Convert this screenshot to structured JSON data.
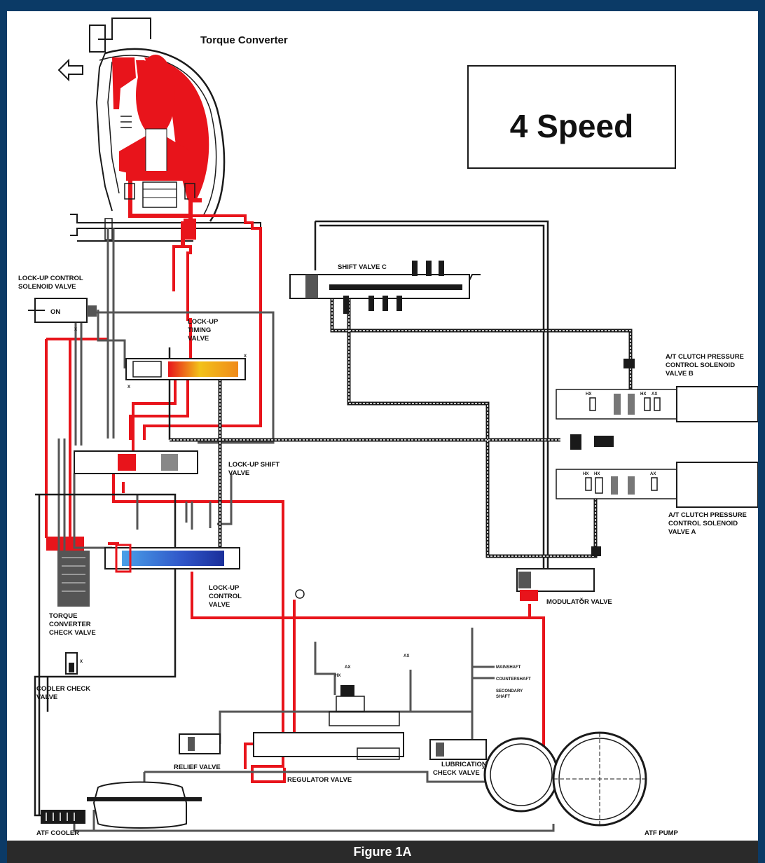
{
  "diagram": {
    "title": "Torque Converter",
    "speed_label": "4 Speed",
    "caption": "Figure 1A",
    "labels": {
      "lockup_control_solenoid": [
        "LOCK-UP CONTROL",
        "SOLENOID VALVE"
      ],
      "solenoid_state": "ON",
      "lockup_timing": [
        "LOCK-UP",
        "TIMING",
        "VALVE"
      ],
      "shift_valve_c": "SHIFT VALVE C",
      "atc_b": [
        "A/T CLUTCH PRESSURE",
        "CONTROL SOLENOID",
        "VALVE B"
      ],
      "atc_a": [
        "A/T CLUTCH PRESSURE",
        "CONTROL SOLENOID",
        "VALVE A"
      ],
      "lockup_shift": [
        "LOCK-UP SHIFT",
        "VALVE"
      ],
      "lockup_control": [
        "LOCK-UP",
        "CONTROL",
        "VALVE"
      ],
      "modulator": "MODULATOR VALVE",
      "tc_check": [
        "TORQUE",
        "CONVERTER",
        "CHECK VALVE"
      ],
      "cooler_check": [
        "COOLER CHECK",
        "VALVE"
      ],
      "mainshaft": "MAINSHAFT",
      "countershaft": "COUNTERSHAFT",
      "secondary_shaft": [
        "SECONDARY",
        "SHAFT"
      ],
      "relief": "RELIEF VALVE",
      "regulator": "REGULATOR VALVE",
      "lubrication": [
        "LUBRICATION",
        "CHECK VALVE"
      ],
      "atf_cooler": "ATF COOLER",
      "atf_pump": "ATF PUMP",
      "ax": "AX",
      "hx": "HX",
      "x": "X"
    },
    "colors": {
      "pressure_red": "#e8141b",
      "lockup_blue": "#2f55c8",
      "timing_yellow": "#f2c21a",
      "line_dark": "#1a1a1a",
      "frame_blue": "#0b3a66"
    }
  }
}
